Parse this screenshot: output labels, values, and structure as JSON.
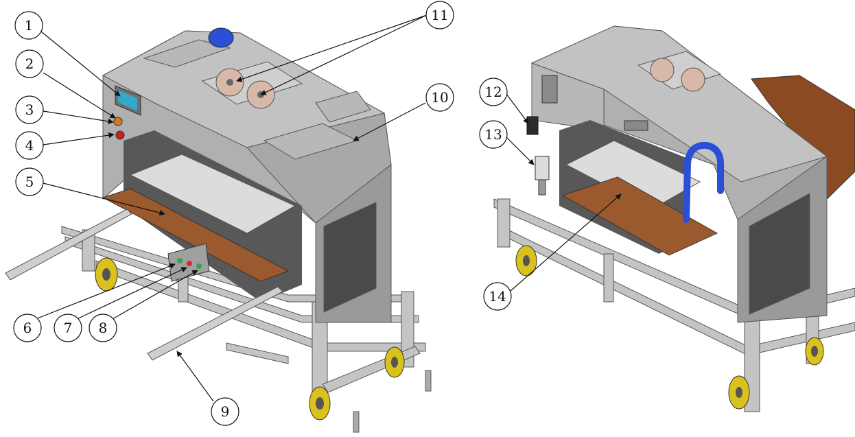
{
  "callouts": {
    "c1": "1",
    "c2": "2",
    "c3": "3",
    "c4": "4",
    "c5": "5",
    "c6": "6",
    "c7": "7",
    "c8": "8",
    "c9": "9",
    "c10": "10",
    "c11": "11",
    "c12": "12",
    "c13": "13",
    "c14": "14"
  },
  "colors": {
    "body": "#b3b3b3",
    "body_dark": "#8d8d8d",
    "body_shade": "#9e9e9e",
    "frame": "#bfbfbf",
    "frame_shade": "#8a8a8a",
    "panel_dark": "#4a4a4a",
    "plate": "#dcdcdc",
    "platen": "#9a5a2e",
    "wheel": "#d9c21c",
    "hose": "#2b4fd6",
    "screen": "#35a7c8"
  }
}
